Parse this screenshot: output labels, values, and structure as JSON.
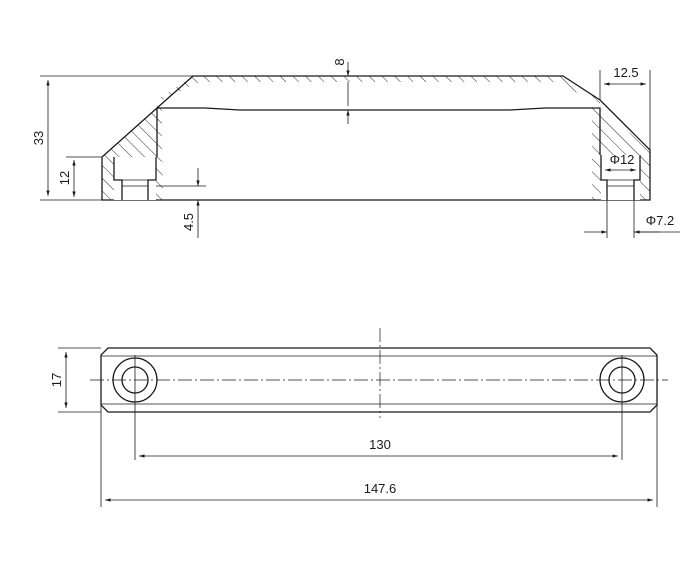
{
  "drawing": {
    "section_view": {
      "dims": {
        "height_total": "33",
        "height_leg": "12",
        "thickness_top": "8",
        "counterbore_depth": "4.5",
        "leg_width": "12.5",
        "counterbore_dia": "Φ12",
        "hole_dia": "Φ7.2"
      }
    },
    "plan_view": {
      "dims": {
        "width": "17",
        "hole_spacing": "130",
        "overall_length": "147.6"
      }
    },
    "colors": {
      "line": "#1a1a1a",
      "background": "#ffffff"
    }
  }
}
